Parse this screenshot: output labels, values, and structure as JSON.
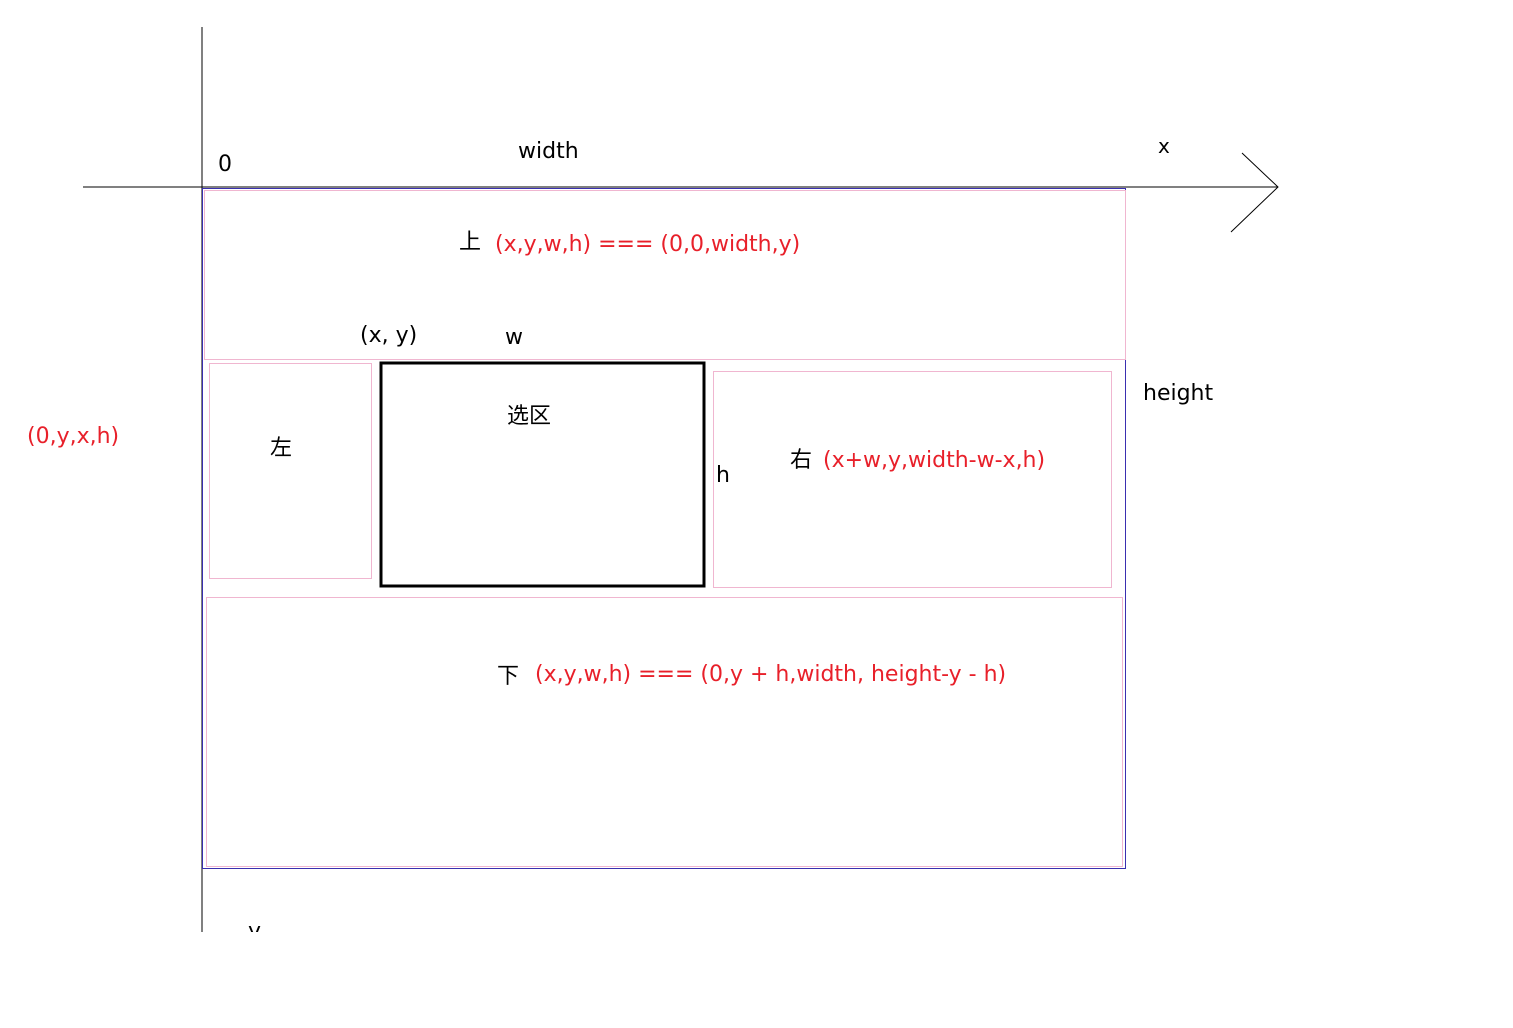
{
  "axes": {
    "origin_label": "0",
    "x_axis_label": "x",
    "y_axis_label": "y",
    "width_label": "width",
    "height_label": "height"
  },
  "selection": {
    "corner_label": "(x, y)",
    "w_label": "w",
    "h_label": "h",
    "title": "选区"
  },
  "regions": {
    "top": {
      "name": "上",
      "formula": "(x,y,w,h) === (0,0,width,y)"
    },
    "left": {
      "name": "左",
      "formula": "(0,y,x,h)"
    },
    "right": {
      "name": "右",
      "formula": "(x+w,y,width-w-x,h)"
    },
    "bottom": {
      "name": "下",
      "formula": "(x,y,w,h) === (0,y + h,width, height-y - h)"
    }
  },
  "colors": {
    "outer_border": "#3a2fb0",
    "region_border": "#f0b6d0",
    "selection_border": "#000000",
    "formula_text": "#e8202a"
  }
}
